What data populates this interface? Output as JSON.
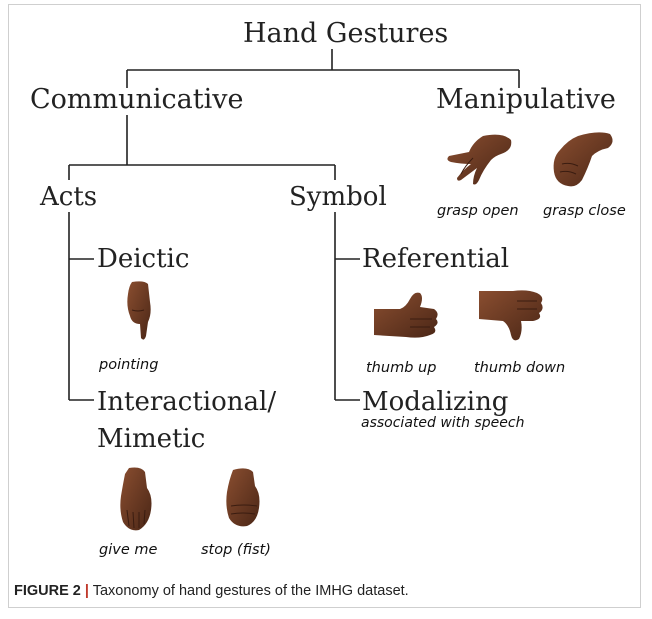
{
  "tree": {
    "root": "Hand Gestures",
    "communicative": "Communicative",
    "manipulative": "Manipulative",
    "acts": "Acts",
    "symbol": "Symbol",
    "deictic": "Deictic",
    "interactional_line1": "Interactional/",
    "interactional_line2": "Mimetic",
    "referential": "Referential",
    "modalizing": "Modalizing",
    "modalizing_note": "associated with speech"
  },
  "gestures": {
    "grasp_open": "grasp open",
    "grasp_close": "grasp close",
    "pointing": "pointing",
    "thumb_up": "thumb up",
    "thumb_down": "thumb down",
    "give_me": "give me",
    "stop_fist": "stop (fist)"
  },
  "caption": {
    "label": "FIGURE 2",
    "separator": "|",
    "text": " Taxonomy of hand gestures of the IMHG dataset."
  },
  "colors": {
    "line": "#222222",
    "skin_dark": "#4a2616",
    "skin_mid": "#6e3a22",
    "skin_light": "#8a4e30",
    "caption_bar": "#c0392b"
  }
}
